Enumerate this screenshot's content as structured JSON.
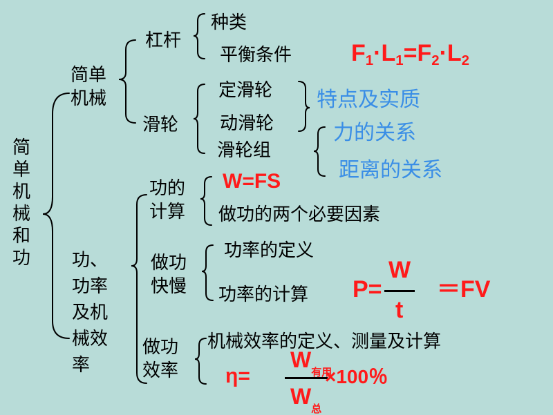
{
  "root": "简单机械和功",
  "simple_machines": {
    "label": "简单机械",
    "lever": {
      "label": "杠杆",
      "kinds": "种类",
      "balance": "平衡条件",
      "formula": {
        "F": "F",
        "1": "1",
        "dot": "·",
        "L": "L",
        "eq": "=",
        "2": "2"
      }
    },
    "pulley": {
      "label": "滑轮",
      "fixed": "定滑轮",
      "movable": "动滑轮",
      "block": "滑轮组",
      "features": "特点及实质",
      "force": "力的关系",
      "distance": "距离的关系"
    }
  },
  "work": {
    "label": "功、功率及机械效率",
    "calc": {
      "label": "功的计算",
      "formula": "W=FS",
      "factors": "做功的两个必要因素"
    },
    "speed": {
      "label": "做功快慢",
      "power_def": "功率的定义",
      "power_calc": "功率的计算",
      "formula": {
        "lhs": "P=",
        "num": "W",
        "den": "t",
        "rhs": "＝FV"
      }
    },
    "efficiency": {
      "label": "做功效率",
      "desc": "机械效率的定义、测量及计算",
      "formula": {
        "lhs": "η=",
        "num": "W",
        "num_sub": "有用",
        "den": "W",
        "den_sub": "总",
        "times": "×100％"
      }
    }
  }
}
